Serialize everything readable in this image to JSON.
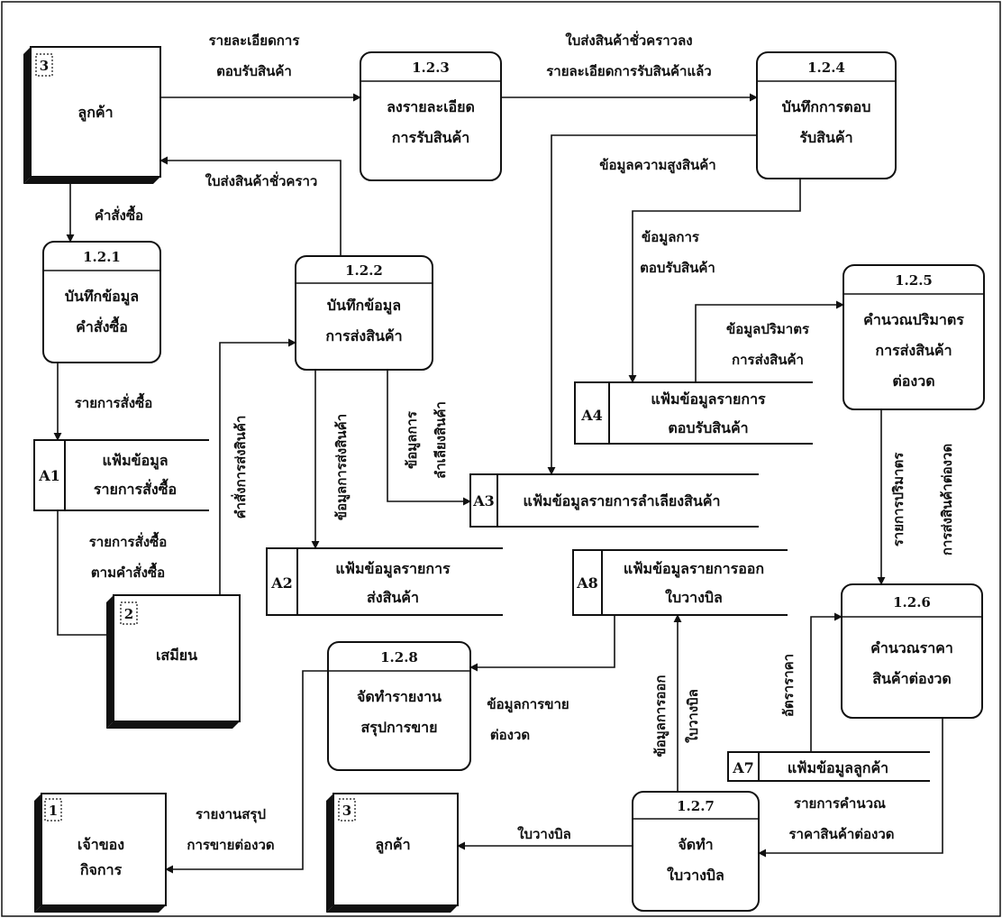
{
  "processes": [
    {
      "id": "1.2.1",
      "lines": [
        "บันทึกข้อมูล",
        "คำสั่งซื้อ"
      ]
    },
    {
      "id": "1.2.2",
      "lines": [
        "บันทึกข้อมูล",
        "การส่งสินค้า"
      ]
    },
    {
      "id": "1.2.3",
      "lines": [
        "ลงรายละเอียด",
        "การรับสินค้า"
      ]
    },
    {
      "id": "1.2.4",
      "lines": [
        "บันทึกการตอบ",
        "รับสินค้า"
      ]
    },
    {
      "id": "1.2.5",
      "lines": [
        "คำนวณปริมาตร",
        "การส่งสินค้า",
        "ต่องวด"
      ]
    },
    {
      "id": "1.2.6",
      "lines": [
        "คำนวณราคา",
        "สินค้าต่องวด"
      ]
    },
    {
      "id": "1.2.7",
      "lines": [
        "จัดทำ",
        "ใบวางบิล"
      ]
    },
    {
      "id": "1.2.8",
      "lines": [
        "จัดทำรายงาน",
        "สรุปการขาย"
      ]
    }
  ],
  "entities": [
    {
      "num": "3",
      "label": "ลูกค้า"
    },
    {
      "num": "2",
      "label": "เสมียน"
    },
    {
      "num": "1",
      "label": "เจ้าของ",
      "label2": "กิจการ"
    },
    {
      "num": "3",
      "label": "ลูกค้า"
    }
  ],
  "stores": [
    {
      "id": "A1",
      "lines": [
        "แฟ้มข้อมูล",
        "รายการสั่งซื้อ"
      ]
    },
    {
      "id": "A2",
      "lines": [
        "แฟ้มข้อมูลรายการ",
        "ส่งสินค้า"
      ]
    },
    {
      "id": "A3",
      "lines": [
        "แฟ้มข้อมูลรายการลำเลียงสินค้า"
      ]
    },
    {
      "id": "A4",
      "lines": [
        "แฟ้มข้อมูลรายการ",
        "ตอบรับสินค้า"
      ]
    },
    {
      "id": "A7",
      "lines": [
        "แฟ้มข้อมูลลูกค้า"
      ]
    },
    {
      "id": "A8",
      "lines": [
        "แฟ้มข้อมูลรายการออก",
        "ใบวางบิล"
      ]
    }
  ],
  "flows": {
    "f1a": "รายละเอียดการ",
    "f1b": "ตอบรับสินค้า",
    "f2a": "ใบส่งสินค้าชั่วคราวลง",
    "f2b": "รายละเอียดการรับสินค้าแล้ว",
    "f3": "ใบส่งสินค้าชั่วคราว",
    "f4": "คำสั่งซื้อ",
    "f5": "ข้อมูลความสูงสินค้า",
    "f6a": "ข้อมูลการ",
    "f6b": "ตอบรับสินค้า",
    "f7a": "ข้อมูลปริมาตร",
    "f7b": "การส่งสินค้า",
    "f8": "รายการสั่งซื้อ",
    "f9a": "รายการสั่งซื้อ",
    "f9b": "ตามคำสั่งซื้อ",
    "f10": "คำสั่งการส่งสินค้า",
    "f11": "ข้อมูลการส่งสินค้า",
    "f12a": "ข้อมูลการ",
    "f12b": "ลำเลียงสินค้า",
    "f13a": "รายการปริมาตร",
    "f13b": "การส่งสินค้าต่องวด",
    "f14a": "ข้อมูลการขาย",
    "f14b": "ต่องวด",
    "f15a": "ข้อมูลการออก",
    "f15b": "ใบวางบิล",
    "f16": "อัตราราคา",
    "f17a": "รายงานสรุป",
    "f17b": "การขายต่องวด",
    "f18": "ใบวางบิล",
    "f19a": "รายการคำนวณ",
    "f19b": "ราคาสินค้าต่องวด"
  }
}
